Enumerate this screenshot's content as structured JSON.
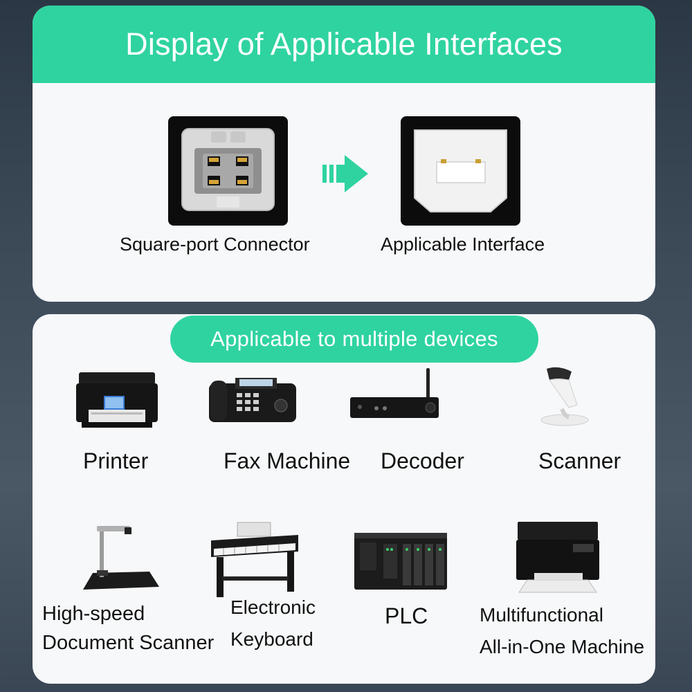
{
  "top_card": {
    "title": "Display of Applicable Interfaces",
    "left_label": "Square-port Connector",
    "right_label": "Applicable Interface"
  },
  "bottom_card": {
    "pill_text": "Applicable to multiple devices",
    "devices": [
      {
        "label": "Printer"
      },
      {
        "label": "Fax Machine"
      },
      {
        "label": "Decoder"
      },
      {
        "label": "Scanner"
      },
      {
        "label_line1": "High-speed",
        "label_line2": "Document Scanner"
      },
      {
        "label_line1": "Electronic",
        "label_line2": "Keyboard"
      },
      {
        "label": "PLC"
      },
      {
        "label_line1": "Multifunctional",
        "label_line2": "All-in-One Machine"
      }
    ]
  },
  "colors": {
    "accent": "#2fd3a0",
    "card": "#f7f8f9",
    "background": "#2b3744"
  },
  "icons": [
    "usb-b-connector-icon",
    "arrow-right-icon",
    "usb-b-port-icon",
    "printer-icon",
    "fax-machine-icon",
    "decoder-icon",
    "scanner-icon",
    "document-scanner-icon",
    "electronic-keyboard-icon",
    "plc-icon",
    "multifunction-printer-icon"
  ]
}
